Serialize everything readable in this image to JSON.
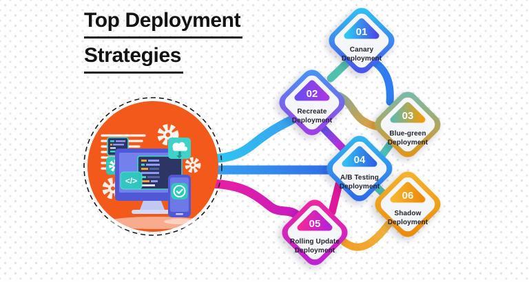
{
  "title": {
    "line1": "Top Deployment",
    "line2": "Strategies"
  },
  "center_graphic": {
    "circle_color": "#F2591B",
    "code_icon_label": "</>"
  },
  "nodes": [
    {
      "number": "01",
      "label_line1": "Canary",
      "label_line2": "Deployment",
      "color_from": "#2CC9F2",
      "color_to": "#4A4AE8",
      "badge_from": "#2CC9F2",
      "badge_to": "#4A4AE8"
    },
    {
      "number": "02",
      "label_line1": "Recreate",
      "label_line2": "Deployment",
      "color_from": "#3E9CF5",
      "color_to": "#A835E3",
      "badge_from": "#6A4CF0",
      "badge_to": "#A838E2"
    },
    {
      "number": "03",
      "label_line1": "Blue-green",
      "label_line2": "Deployment",
      "color_from": "#6FBDB4",
      "color_to": "#E8930F",
      "badge_from": "#63B8A8",
      "badge_to": "#F09C10"
    },
    {
      "number": "04",
      "label_line1": "A/B Testing",
      "label_line2": "Deployment",
      "color_from": "#33BDF2",
      "color_to": "#2E63E8",
      "badge_from": "#33BDF2",
      "badge_to": "#2E63E8"
    },
    {
      "number": "05",
      "label_line1": "Rolling Update",
      "label_line2": "Deployment",
      "color_from": "#F2289C",
      "color_to": "#B722D8",
      "badge_from": "#F2289C",
      "badge_to": "#B722D8"
    },
    {
      "number": "06",
      "label_line1": "Shadow",
      "label_line2": "Deployment",
      "color_from": "#F5B52E",
      "color_to": "#E8890B",
      "badge_from": "#F7B42C",
      "badge_to": "#EE8A0C"
    }
  ],
  "connectors": {
    "hub_to_recreate": {
      "from": "#2CC9F2",
      "to": "#38A0F0"
    },
    "hub_to_ab_testing": {
      "from": "#37A4F0",
      "to": "#2F6FE8"
    },
    "hub_to_rolling": {
      "from": "#ED1F9E",
      "to": "#C71BC0"
    },
    "canary_recreate": {
      "from": "#53BFAE",
      "to": "#53BFAE"
    },
    "canary_bluegreen": {
      "from": "#2F7DF0",
      "to": "#2F7DF0"
    },
    "recreate_bluegreen": {
      "from": "#84A89A",
      "to": "#E8A032"
    },
    "recreate_ab": {
      "from": "#5A50E8",
      "to": "#C52BD4"
    },
    "bluegreen_ab": {
      "from": "#4EC0B2",
      "to": "#4EC0B2"
    },
    "ab_shadow": {
      "from": "#4EC0B2",
      "to": "#4EC0B2"
    },
    "ab_rolling": {
      "from": "#E0189C",
      "to": "#E0189C"
    },
    "rolling_shadow": {
      "from": "#F2A024",
      "to": "#F0B03C"
    }
  }
}
